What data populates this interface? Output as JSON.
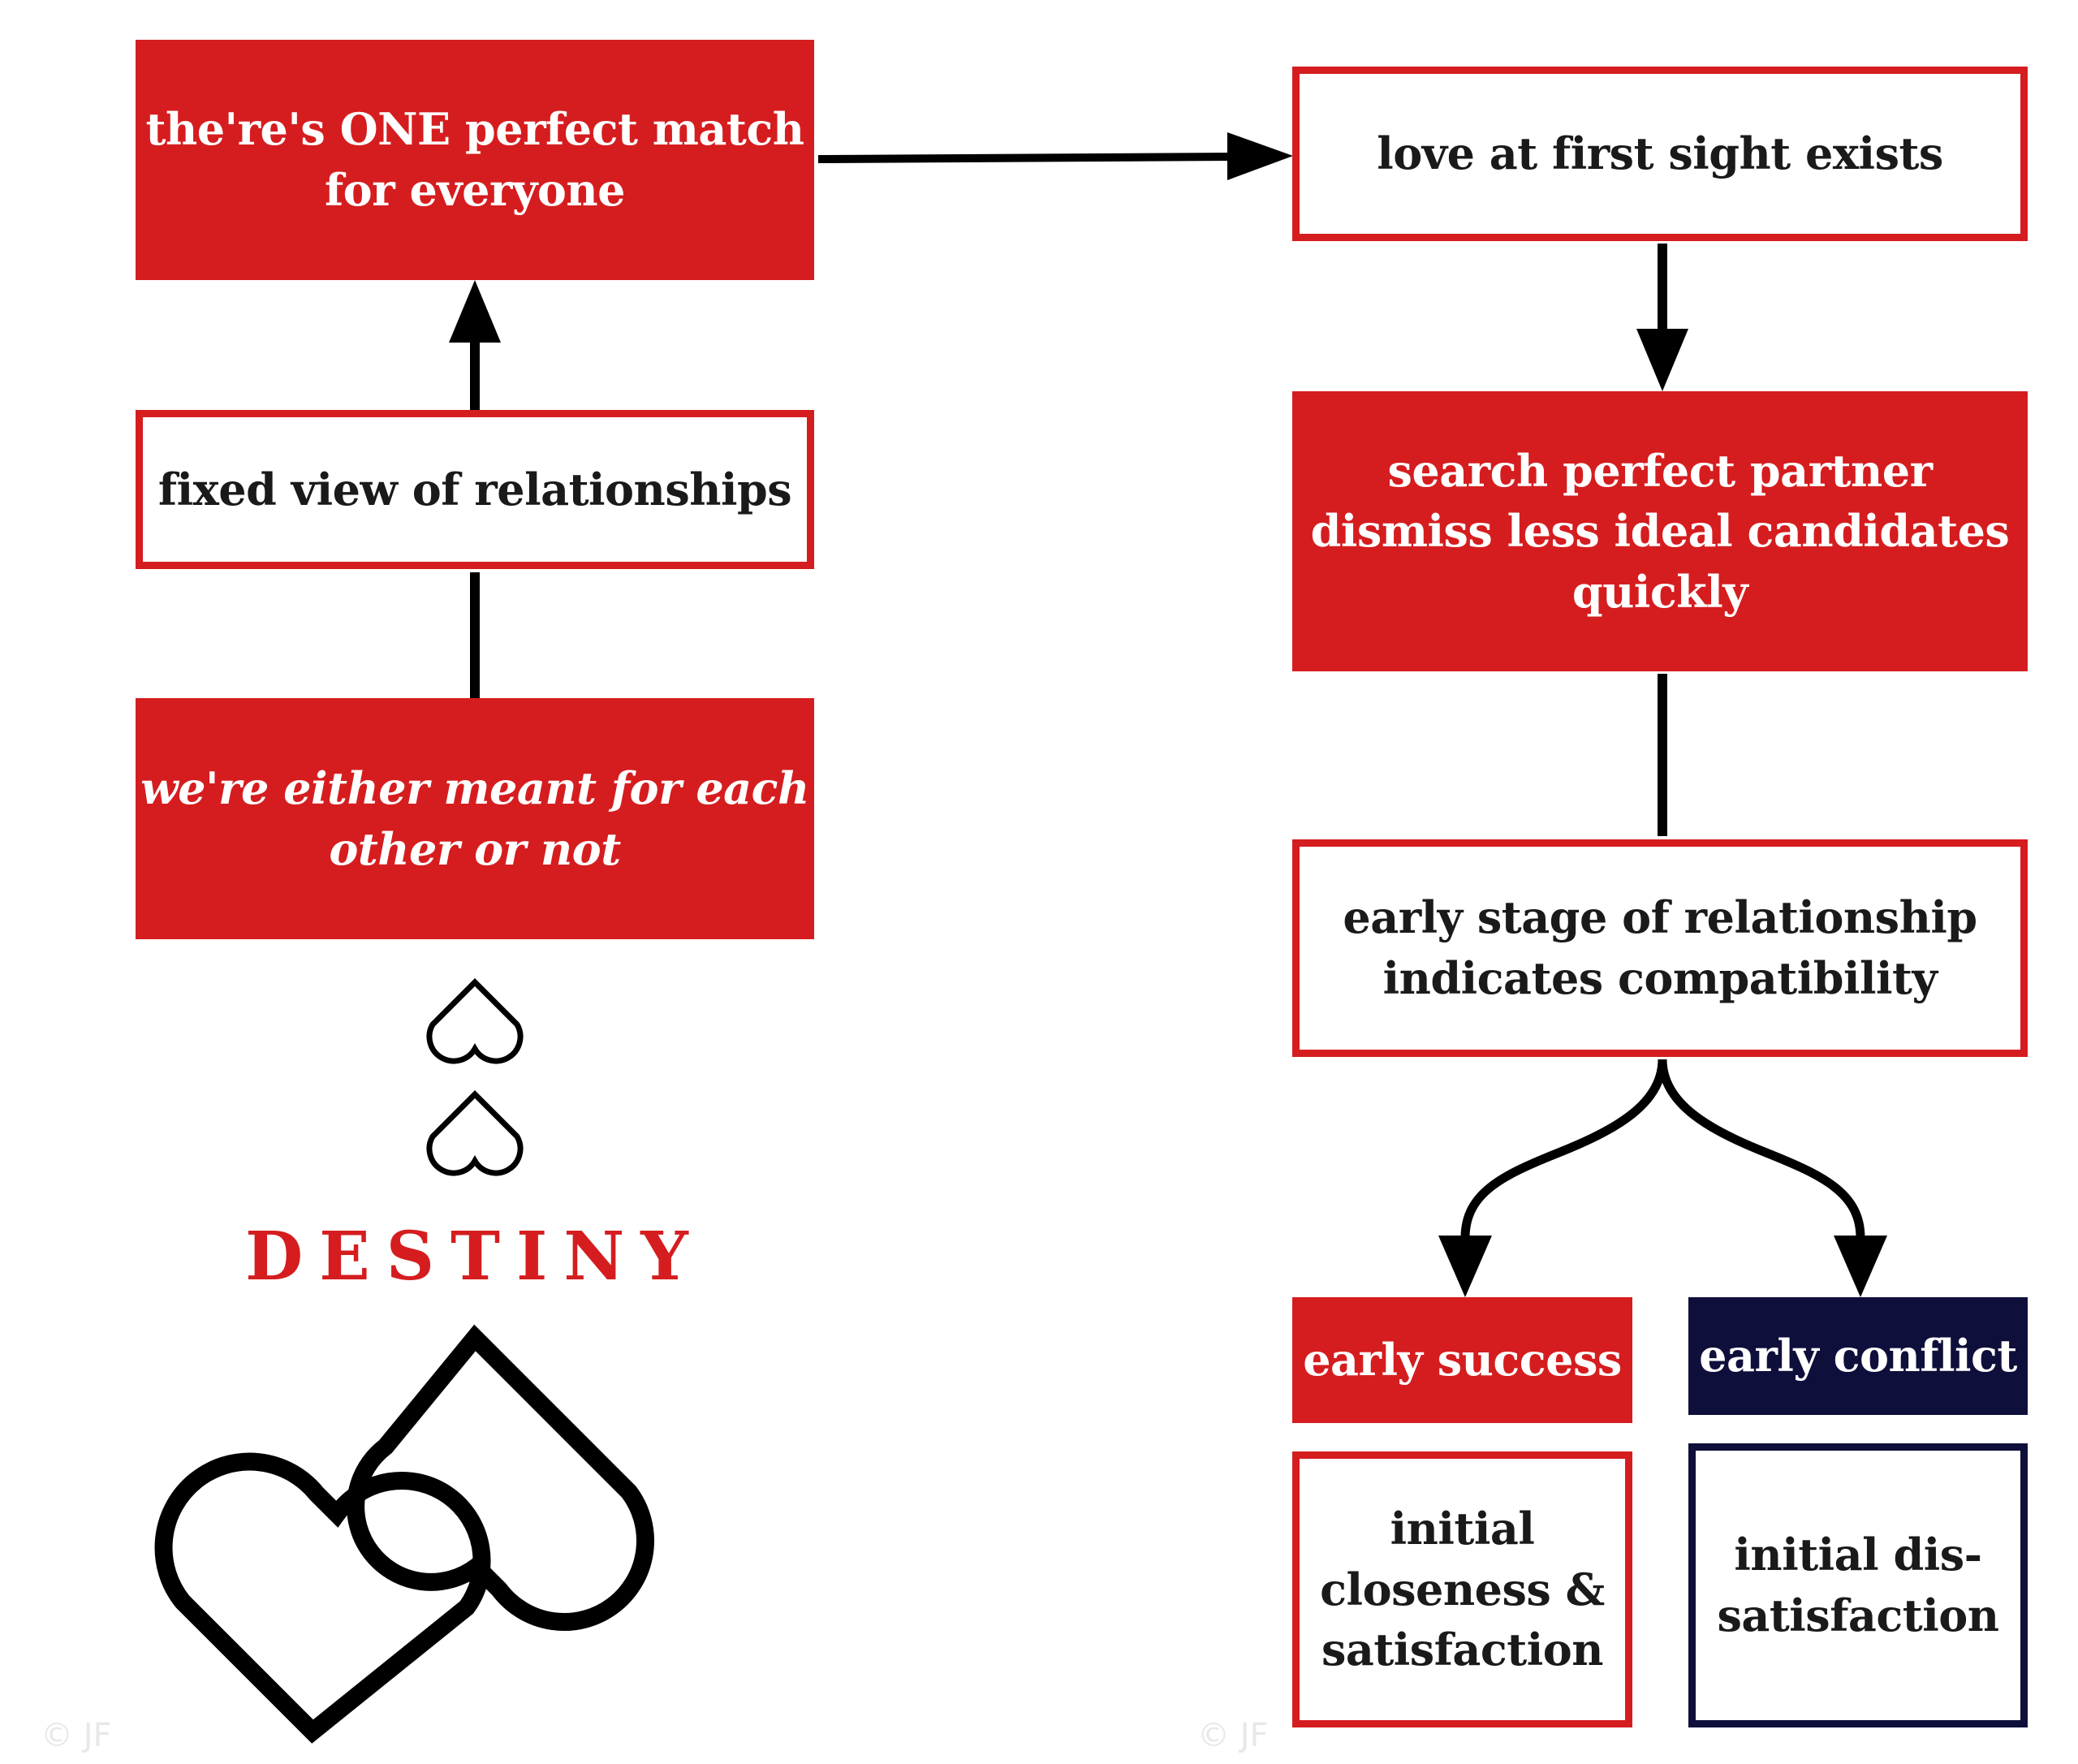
{
  "nodes": {
    "one_match": [
      "the're's  ONE perfect match",
      "for everyone"
    ],
    "fixed_view": [
      "fixed view of relationships"
    ],
    "meant_for": [
      "we're either meant for each",
      "other or not"
    ],
    "love_first_sight": [
      "love at first sight exists"
    ],
    "search_partner": [
      "search perfect partner",
      "dismiss less ideal candidates",
      "quickly"
    ],
    "early_stage": [
      "early stage of relationship",
      "indicates compatibility"
    ],
    "early_success": [
      "early success"
    ],
    "early_conflict": [
      "early conflict"
    ],
    "initial_closeness": [
      "initial",
      "closeness &",
      "satisfaction"
    ],
    "initial_dissatisfaction": [
      "initial dis-",
      "satisfaction"
    ]
  },
  "destiny_label": "DESTINY",
  "watermark": "© JF",
  "colors": {
    "red": "#d51d1f",
    "navy": "#0e0f3b",
    "text_dark": "#1a1a1a",
    "arrow": "#000000"
  },
  "icons": [
    "small-heart-outline-icon",
    "small-heart-outline-icon",
    "interlocked-hearts-icon"
  ]
}
